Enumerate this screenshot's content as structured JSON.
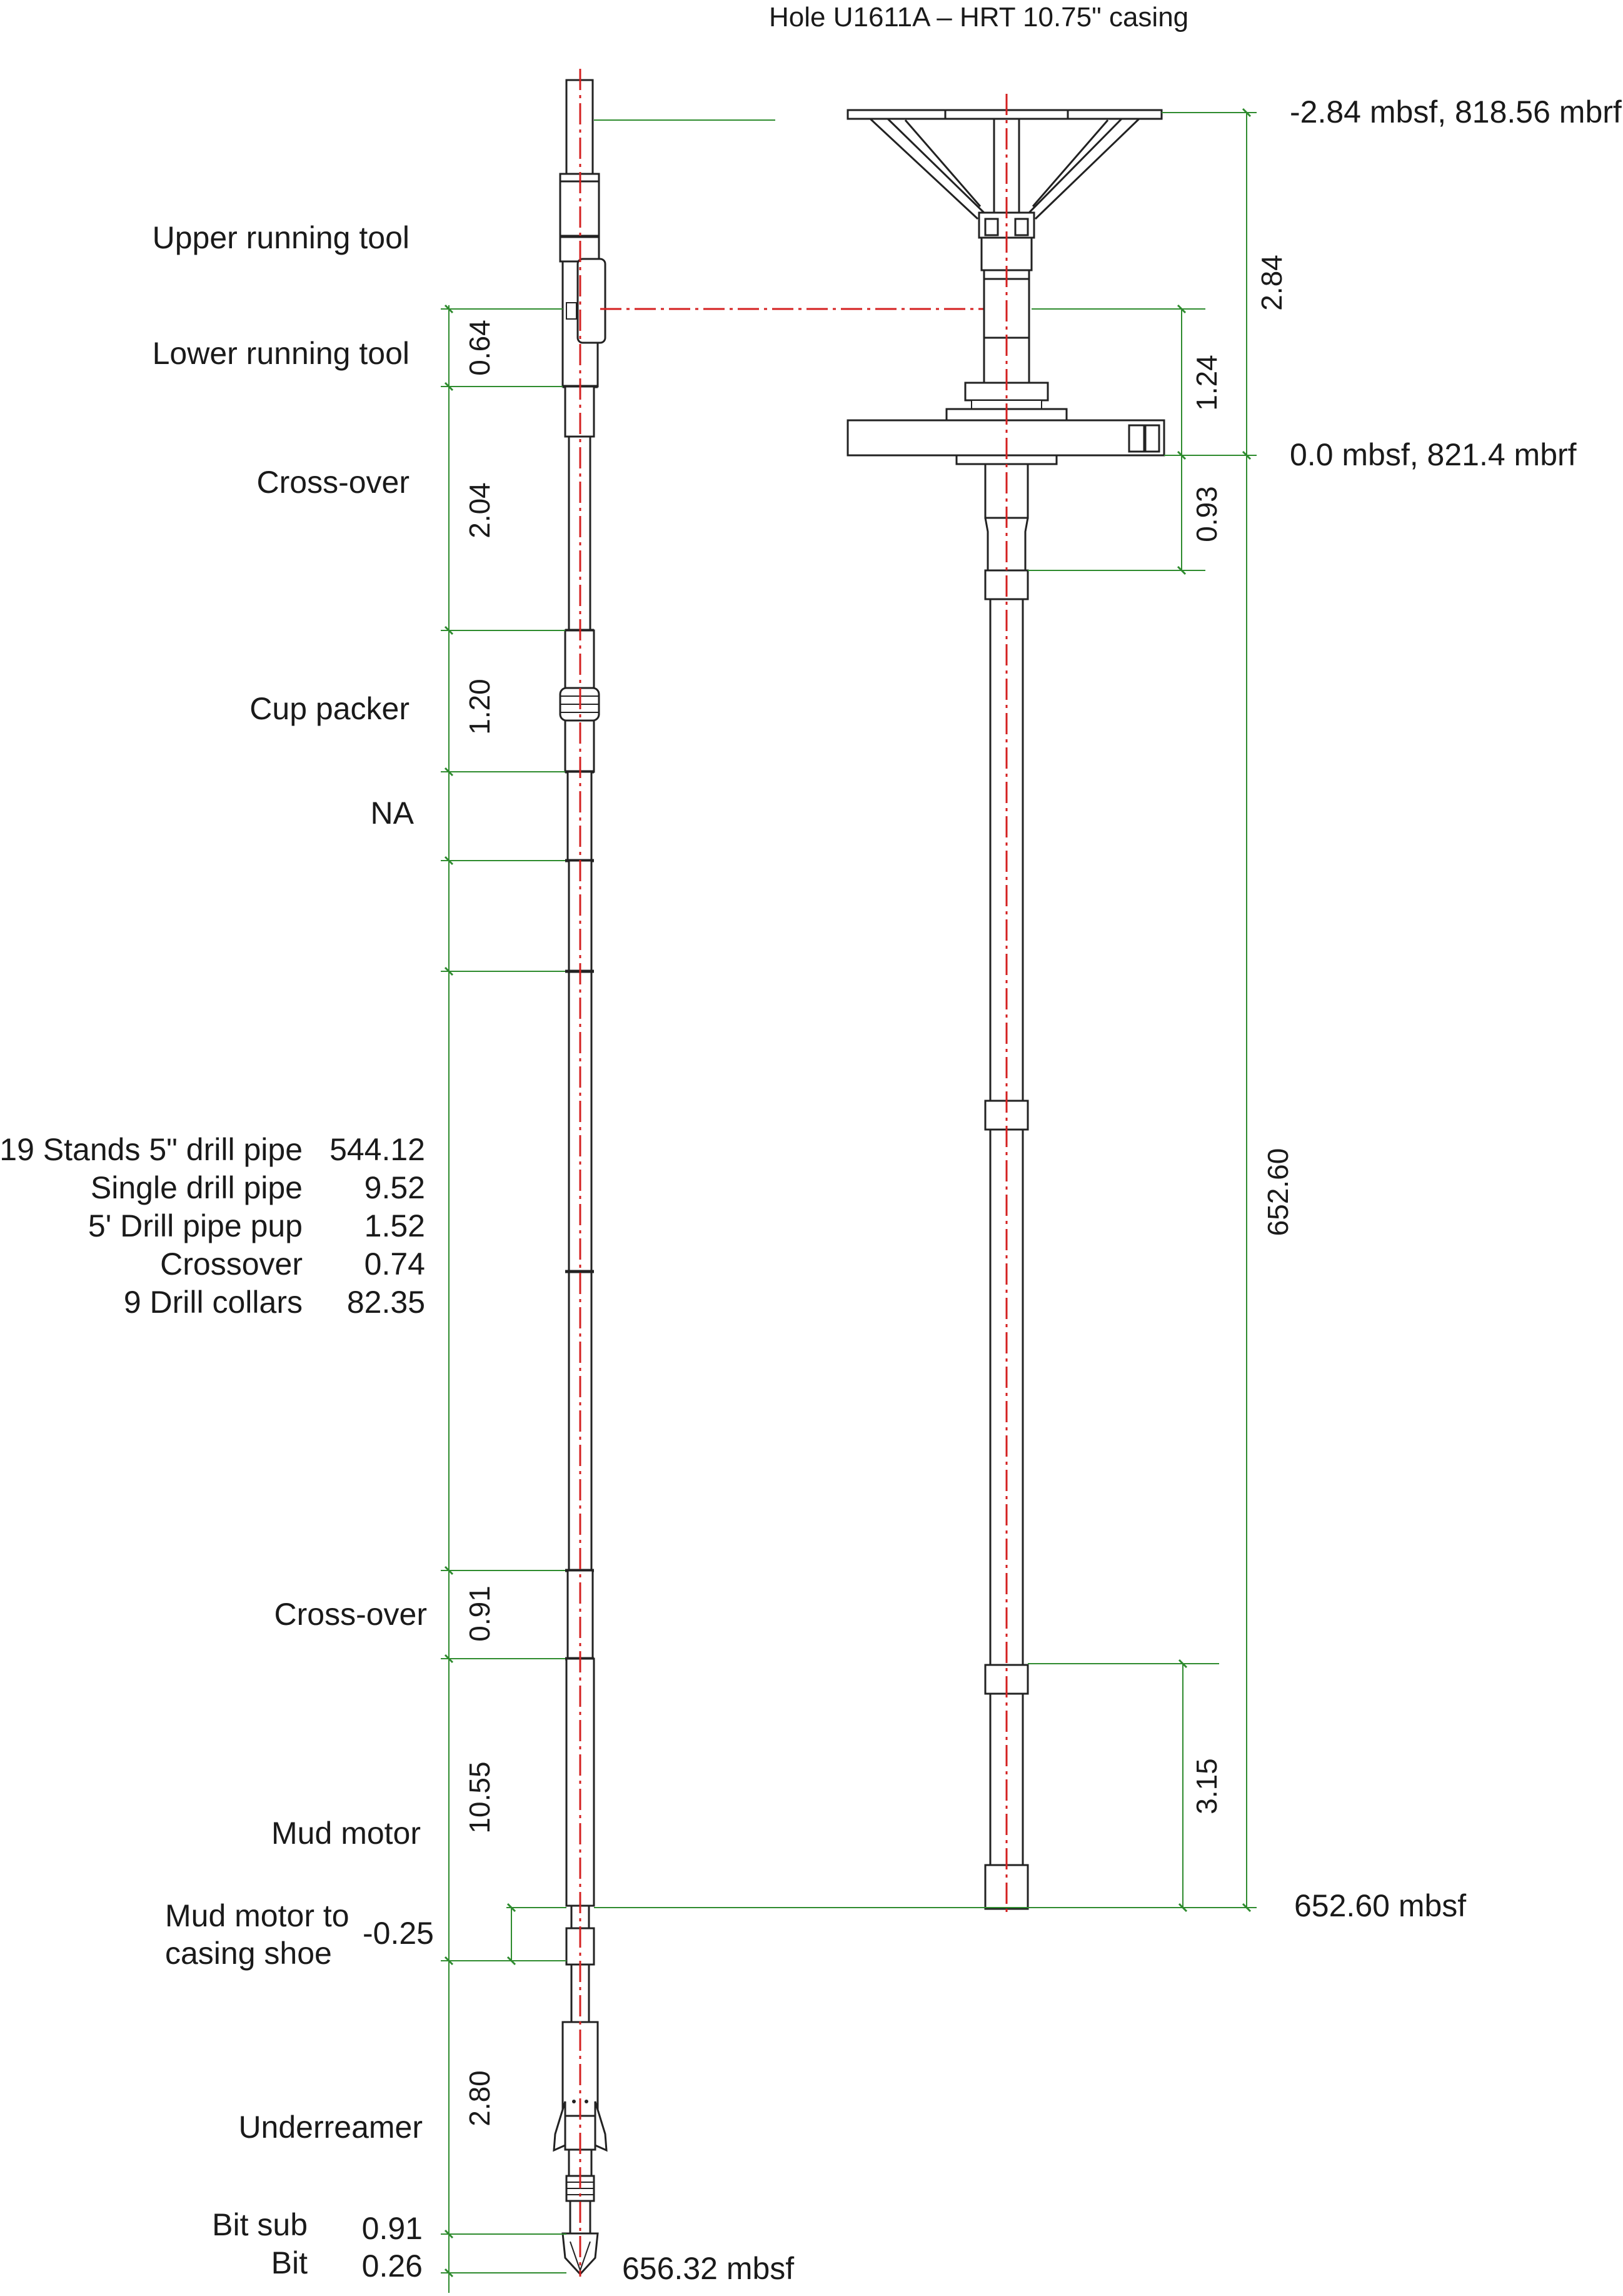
{
  "title": "Hole U1611A  –  HRT 10.75\" casing",
  "components": {
    "upper_running_tool": "Upper running tool",
    "lower_running_tool": "Lower running tool",
    "cross_over_1": "Cross-over",
    "cup_packer": "Cup packer",
    "na": "NA",
    "stands": "19 Stands 5\" drill pipe",
    "single": "Single drill pipe",
    "pup": "5' Drill pipe pup",
    "crossover": "Crossover",
    "collars": "9 Drill collars",
    "cross_over_2": "Cross-over",
    "mud_motor": "Mud motor",
    "mm_shoe_1": "Mud motor to",
    "mm_shoe_2": "casing shoe",
    "underreamer": "Underreamer",
    "bit_sub": "Bit sub",
    "bit": "Bit"
  },
  "string_lengths": {
    "stands": "544.12",
    "single": "9.52",
    "pup": "1.52",
    "crossover": "0.74",
    "collars": "82.35",
    "bit_sub": "0.91",
    "bit": "0.26"
  },
  "left_dims": {
    "lower_running_tool": "0.64",
    "cross_over": "2.04",
    "cup_packer": "1.20",
    "cross_over_2": "0.91",
    "mud_motor": "10.55",
    "mm_to_shoe": "-0.25",
    "underreamer": "2.80"
  },
  "right_dims": {
    "top": "2.84",
    "hrt": "1.24",
    "below_hrt": "0.93",
    "total": "652.60",
    "shoe_joint": "3.15"
  },
  "depth_labels": {
    "top": "-2.84 mbsf, 818.56 mbrf",
    "seafloor": "0.0 mbsf, 821.4 mbrf",
    "shoe": "652.60 mbsf",
    "bit": "656.32 mbsf"
  },
  "colors": {
    "dimension": "#2e8b2e",
    "centerline": "#d42020",
    "outline": "#222222"
  }
}
